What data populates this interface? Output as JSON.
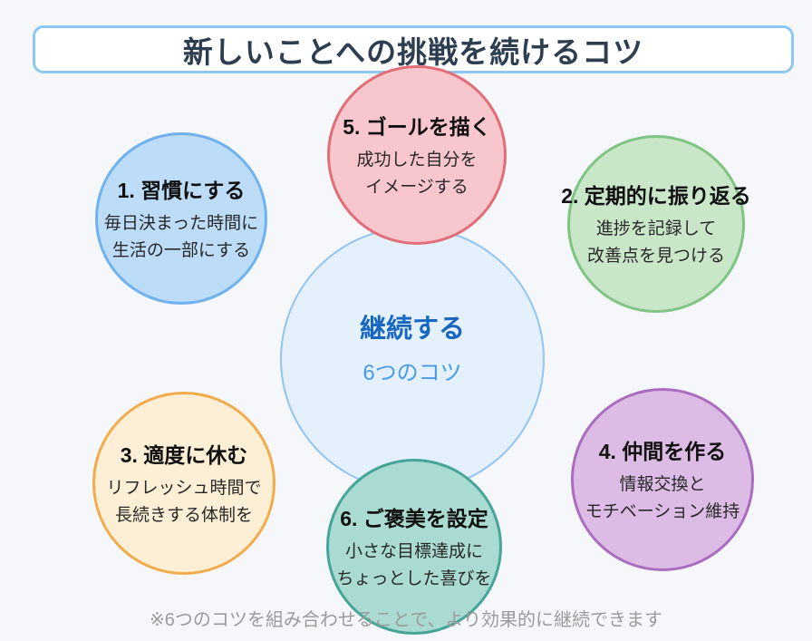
{
  "title": {
    "text": "新しいことへの挑戦を続けるコツ"
  },
  "center": {
    "title": "継続する",
    "subtitle": "6つのコツ"
  },
  "nodes": [
    {
      "title": "1. 習慣にする",
      "line1": "毎日決まった時間に",
      "line2": "生活の一部にする",
      "fill": "#bddcf8",
      "border": "#6fb2ee"
    },
    {
      "title": "2. 定期的に振り返る",
      "line1": "進捗を記録して",
      "line2": "改善点を見つける",
      "fill": "#c9e6c9",
      "border": "#7ec483"
    },
    {
      "title": "3. 適度に休む",
      "line1": "リフレッシュ時間で",
      "line2": "長続きする体制を",
      "fill": "#fcefd6",
      "border": "#f2ab4b"
    },
    {
      "title": "4. 仲間を作る",
      "line1": "情報交換と",
      "line2": "モチベーション維持",
      "fill": "#dcbce5",
      "border": "#aa6cc0"
    },
    {
      "title": "5. ゴールを描く",
      "line1": "成功した自分を",
      "line2": "イメージする",
      "fill": "#f8c6cd",
      "border": "#e06d77"
    },
    {
      "title": "6. ご褒美を設定",
      "line1": "小さな目標達成に",
      "line2": "ちょっとした喜びを",
      "fill": "#a9dbd2",
      "border": "#45a599"
    }
  ],
  "footer": {
    "text": "※6つのコツを組み合わせることで、より効果的に継続できます"
  },
  "colors": {
    "page_background": "#f5f7fa",
    "title_border": "#8fc6f2",
    "title_text": "#2d3e50",
    "center_fill": "#e4f0fc",
    "center_border": "#92c4f0",
    "center_title_text": "#1766c0",
    "center_subtitle_text": "#4b9ae4",
    "footer_text": "#9b9b9b"
  }
}
